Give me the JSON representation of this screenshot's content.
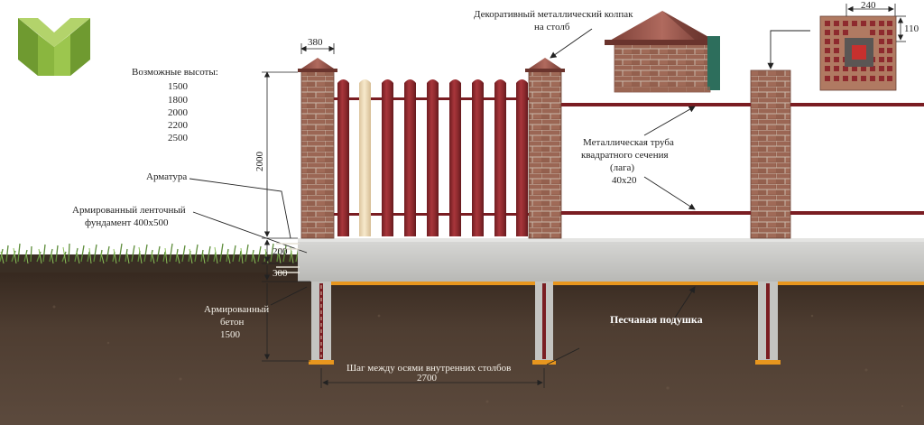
{
  "labels": {
    "possible_heights": "Возможные высоты:",
    "heights": [
      "1500",
      "1800",
      "2000",
      "2200",
      "2500"
    ],
    "cap_line1": "Декоративный металлический колпак",
    "cap_line2": "на столб",
    "rebar": "Арматура",
    "strip_line1": "Армированный ленточный",
    "strip_line2": "фундамент 400х500",
    "pipe_line1": "Металлическая труба",
    "pipe_line2": "квадратного сечения",
    "pipe_line3": "(лага)",
    "pipe_line4": "40х20",
    "concrete_line1": "Армированный",
    "concrete_line2": "бетон",
    "concrete_line3": "1500",
    "sand": "Песчаная подушка",
    "step_line1": "Шаг между осями внутренних столбов",
    "step_line2": "2700"
  },
  "dimensions": {
    "post_width": "380",
    "fence_height": "2000",
    "above_ground": "200",
    "below_ground": "300",
    "brick_width": "240",
    "brick_height": "110"
  },
  "colors": {
    "brick": "#8d5a48",
    "picket": "#8e2a2e",
    "picket_light": "#efdcb8",
    "concrete": "#c9c9c7",
    "soil": "#4a3a2f",
    "sand": "#e8961e",
    "logo": "#8ab63f",
    "pipe": "#7a1d22"
  }
}
